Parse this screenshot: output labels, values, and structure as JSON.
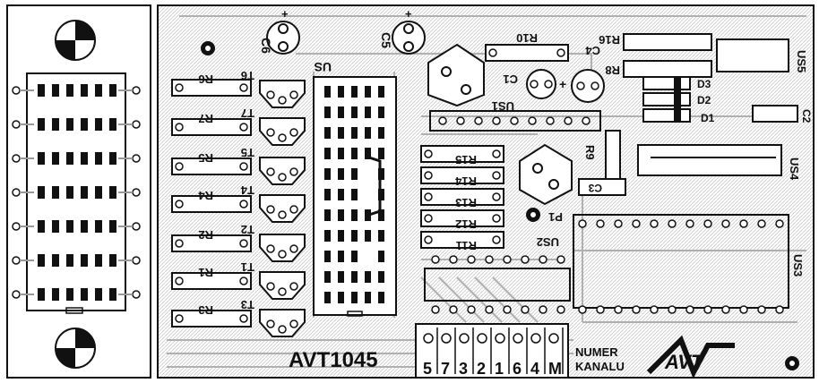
{
  "board": {
    "title": "AVT1045",
    "channel_caption_line1": "NUMER",
    "channel_caption_line2": "KANALU",
    "logo": "AVT",
    "channel_digits": [
      "5",
      "7",
      "3",
      "2",
      "1",
      "6",
      "4",
      "M"
    ]
  },
  "components": {
    "transistors": [
      "T6",
      "T7",
      "T5",
      "T4",
      "T2",
      "T1",
      "T3"
    ],
    "resistors_left": [
      "R6",
      "R7",
      "R5",
      "R4",
      "R2",
      "R1",
      "R3"
    ],
    "resistors_mid": [
      "R15",
      "R14",
      "R13",
      "R12",
      "R11"
    ],
    "top_parts": [
      "C6",
      "C5",
      "R10",
      "C4",
      "R16",
      "C1",
      "R8",
      "US1",
      "D3",
      "D2",
      "D1",
      "C2",
      "US5"
    ],
    "right_parts": [
      "R9",
      "C3",
      "P1",
      "US4",
      "US2",
      "US3"
    ],
    "ic_label": "US"
  },
  "colors": {
    "ink": "#111111",
    "trace": "#b5b5b5",
    "hatch": "#cfcfcf",
    "paper": "#ffffff"
  }
}
